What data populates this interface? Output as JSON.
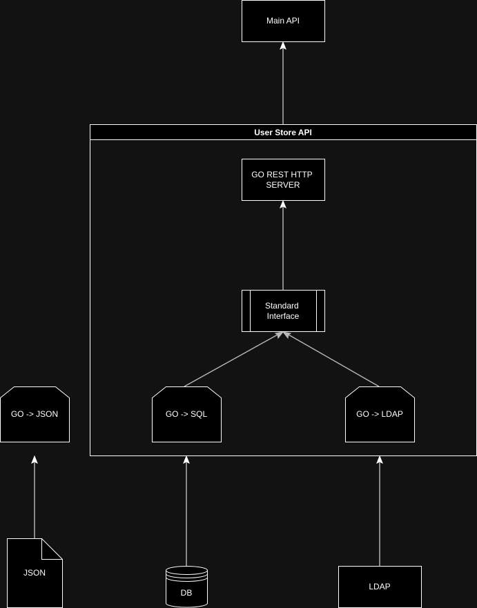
{
  "nodes": {
    "main_api": "Main API",
    "user_store_api": "User Store API",
    "go_rest_http_server": [
      "GO REST HTTP",
      "SERVER"
    ],
    "standard_interface": [
      "Standard",
      "Interface"
    ],
    "go_json": "GO -> JSON",
    "go_sql": "GO -> SQL",
    "go_ldap": "GO -> LDAP",
    "json": "JSON",
    "db": "DB",
    "ldap": "LDAP"
  },
  "edges": [
    {
      "from": "user_store_api",
      "to": "main_api"
    },
    {
      "from": "standard_interface",
      "to": "go_rest_http_server"
    },
    {
      "from": "go_sql",
      "to": "standard_interface"
    },
    {
      "from": "go_ldap",
      "to": "standard_interface"
    },
    {
      "from": "json",
      "to": "go_json"
    },
    {
      "from": "db",
      "to": "user_store_api"
    },
    {
      "from": "ldap",
      "to": "user_store_api"
    }
  ]
}
